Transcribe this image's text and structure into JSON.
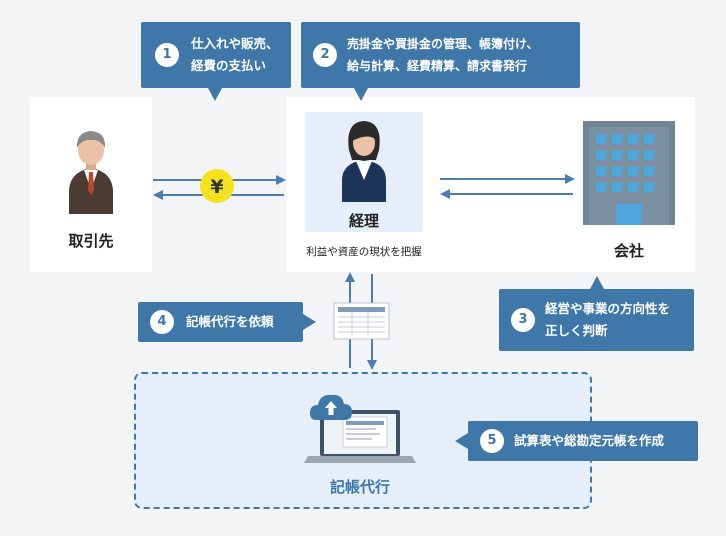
{
  "colors": {
    "accent": "#3f78a8",
    "arrow": "#4a7eb0",
    "panel": "#e6eff9",
    "yen": "#f6e21c",
    "dashed": "#3f78a8"
  },
  "nodes": {
    "supplier": {
      "label": "取引先",
      "icon": "businessman-icon"
    },
    "accounting": {
      "label": "経理",
      "sublabel": "利益や資産の現状を把握",
      "icon": "businesswoman-icon"
    },
    "company": {
      "label": "会社",
      "icon": "office-building-icon"
    },
    "outsourcing": {
      "label": "記帳代行",
      "icon": "laptop-cloud-upload-icon"
    }
  },
  "yen_symbol": "¥",
  "callouts": [
    {
      "num": "1",
      "lines": [
        "仕入れや販売、",
        "経費の支払い"
      ]
    },
    {
      "num": "2",
      "lines": [
        "売掛金や買掛金の管理、帳簿付け、",
        "給与計算、経費精算、請求書発行"
      ]
    },
    {
      "num": "3",
      "lines": [
        "経営や事業の方向性を",
        "正しく判断"
      ]
    },
    {
      "num": "4",
      "lines": [
        "記帳代行を依頼"
      ]
    },
    {
      "num": "5",
      "lines": [
        "試算表や総勘定元帳を作成"
      ]
    }
  ]
}
